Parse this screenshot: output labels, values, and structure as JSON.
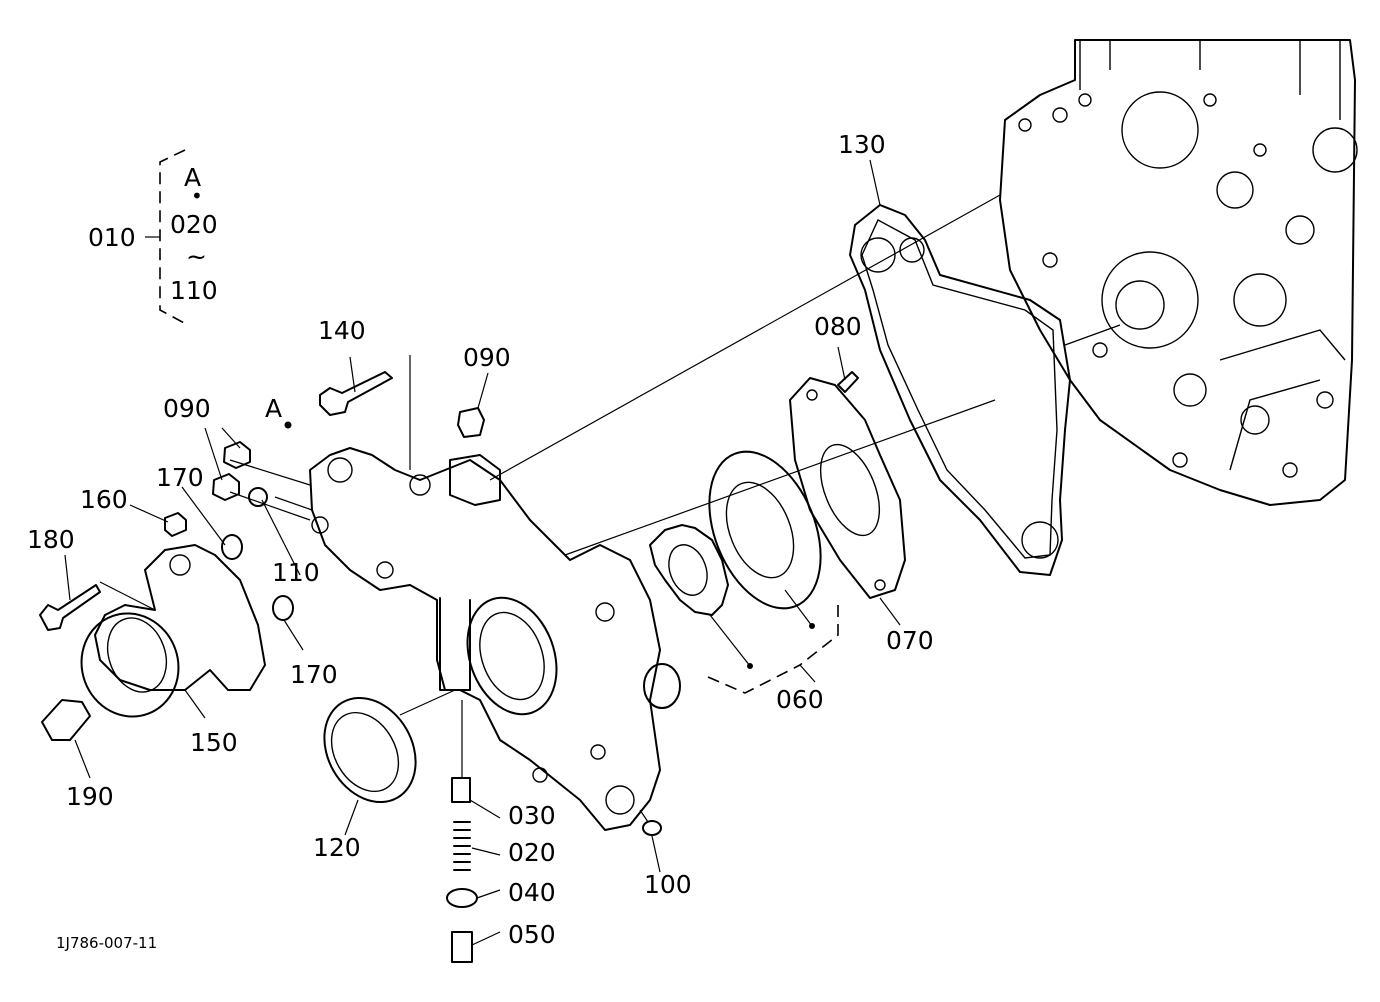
{
  "figure_code": "1J786-007-11",
  "assembly": {
    "part": "010",
    "range_start_ref": "A",
    "range_from": "020",
    "range_separator": "~",
    "range_to": "110"
  },
  "reference_marker": "A",
  "callouts": {
    "p020": "020",
    "p030": "030",
    "p040": "040",
    "p050": "050",
    "p060": "060",
    "p070": "070",
    "p080": "080",
    "p090a": "090",
    "p090b": "090",
    "p100": "100",
    "p110": "110",
    "p120": "120",
    "p130": "130",
    "p140": "140",
    "p150": "150",
    "p160": "160",
    "p170a": "170",
    "p170b": "170",
    "p180": "180",
    "p190": "190"
  }
}
